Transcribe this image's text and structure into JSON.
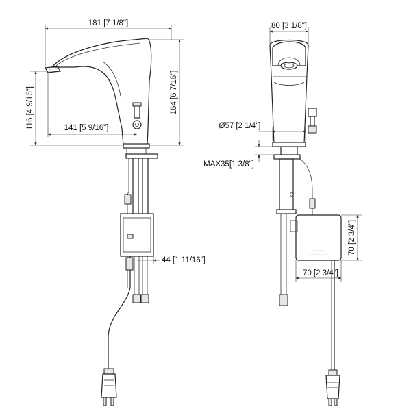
{
  "dimensions": {
    "overall_width": "181 [7 1/8\"]",
    "front_width": "80 [3 1/8\"]",
    "body_height": "116 [4 9/16\"]",
    "total_height": "164 [6 7/16\"]",
    "spout_reach": "141 [5 9/16\"]",
    "base_diameter": "Ø57 [2 1/4\"]",
    "max_deck": "MAX35[1 3/8\"]",
    "box_depth": "44 [1 11/16\"]",
    "box_height": "70 [2 3/4\"]",
    "box_width": "70 [2 3/4\"]"
  }
}
